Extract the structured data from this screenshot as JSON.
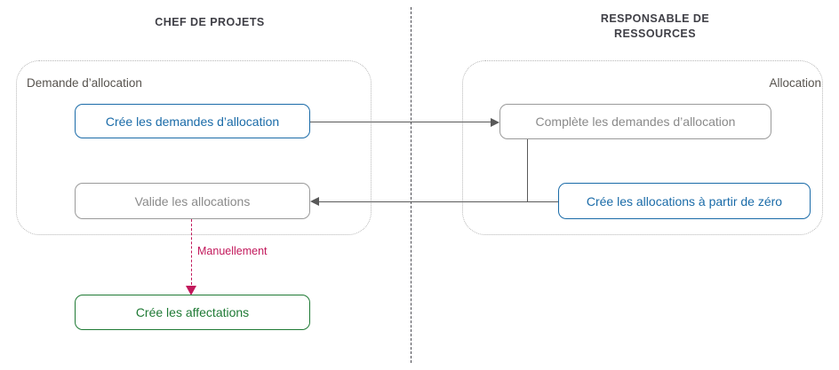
{
  "diagram": {
    "lanes": [
      {
        "id": "chef-de-projets",
        "title": "CHEF DE PROJETS"
      },
      {
        "id": "responsable-de-ressources",
        "title": "RESPONSABLE DE\nRESSOURCES"
      }
    ],
    "groups": [
      {
        "id": "demande-allocation",
        "label": "Demande d’allocation"
      },
      {
        "id": "allocation",
        "label": "Allocation"
      }
    ],
    "nodes": [
      {
        "id": "create-requests",
        "label": "Crée les demandes  d’allocation",
        "style": "blue",
        "lane": "chef-de-projets"
      },
      {
        "id": "validate",
        "label": "Valide les allocations",
        "style": "grey",
        "lane": "chef-de-projets"
      },
      {
        "id": "create-assign",
        "label": "Crée les affectations",
        "style": "green",
        "lane": "chef-de-projets"
      },
      {
        "id": "complete",
        "label": "Complète  les demandes  d’allocation",
        "style": "grey",
        "lane": "responsable-de-ressources"
      },
      {
        "id": "create-scratch",
        "label": "Crée les allocations  à partir de zéro",
        "style": "blue",
        "lane": "responsable-de-ressources"
      }
    ],
    "edges": [
      {
        "id": "req-to-complete",
        "from": "create-requests",
        "to": "complete",
        "label": "",
        "kind": "solid"
      },
      {
        "id": "complete-to-validate",
        "from": "complete",
        "to": "validate",
        "label": "",
        "kind": "solid"
      },
      {
        "id": "scratch-to-validate",
        "from": "create-scratch",
        "to": "validate",
        "label": "",
        "kind": "solid"
      },
      {
        "id": "validate-to-assign",
        "from": "validate",
        "to": "create-assign",
        "label": "Manuellement",
        "kind": "dash-dot"
      }
    ],
    "colors": {
      "blue": "#1a6ba8",
      "green": "#1f7a35",
      "grey": "#8a8a8a",
      "magenta": "#c2185b",
      "connector": "#595959",
      "group_border": "#b8b8b8",
      "divider": "#4b4b52",
      "heading": "#3f3f46",
      "background": "#ffffff"
    }
  }
}
